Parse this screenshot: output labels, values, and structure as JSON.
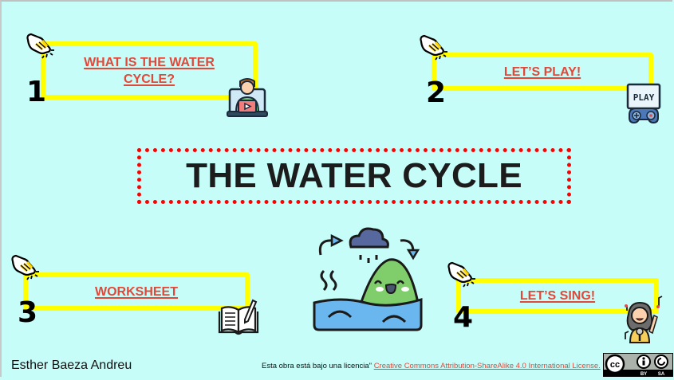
{
  "title": "THE WATER CYCLE",
  "menu": [
    {
      "number": "1",
      "label_line1": "WHAT IS THE WATER",
      "label_line2": "CYCLE?",
      "icon": "video-lesson-icon"
    },
    {
      "number": "2",
      "label_line1": "LET’S PLAY!",
      "icon": "game-controller-play-icon"
    },
    {
      "number": "3",
      "label_line1": "WORKSHEET",
      "icon": "book-pencil-icon"
    },
    {
      "number": "4",
      "label_line1": "LET’S SING!",
      "icon": "singer-microphone-icon"
    }
  ],
  "center_illustration": "water-cycle-icon",
  "footer": {
    "author": "Esther Baeza Andreu",
    "license_prefix": "Esta obra está bajo una licencia\" ",
    "license_link": "Creative Commons Attribution-ShareAlike 4.0 International License.",
    "badge_labels": {
      "by": "BY",
      "sa": "SA"
    }
  },
  "colors": {
    "background": "#c6fdf8",
    "box_border": "#ffff00",
    "link": "#e2483a",
    "title_dots": "#ff0000",
    "title_text": "#1c1c1c"
  }
}
